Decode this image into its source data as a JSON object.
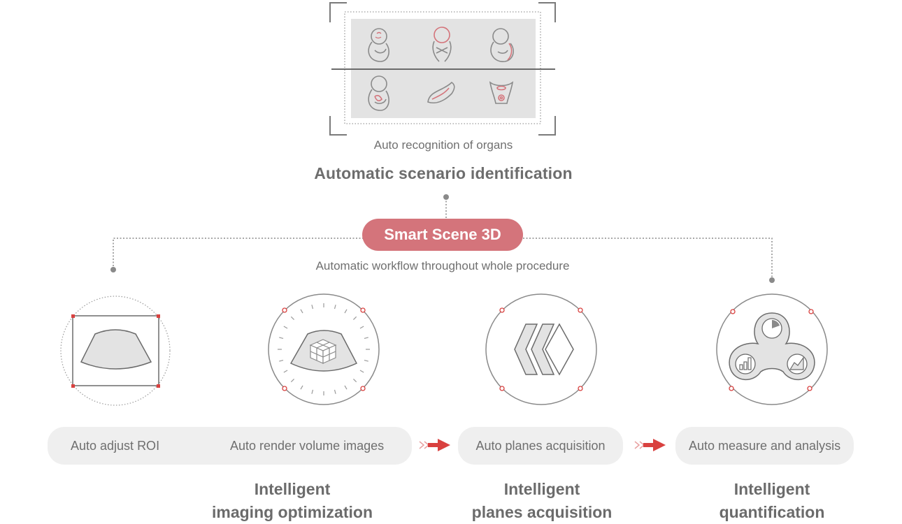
{
  "top": {
    "organs_caption": "Auto recognition of organs",
    "scenario_title": "Automatic scenario identification"
  },
  "center": {
    "smart_scene_label": "Smart Scene 3D",
    "workflow_caption": "Automatic workflow throughout whole procedure"
  },
  "workflow": {
    "steps": [
      {
        "label": "Auto adjust ROI"
      },
      {
        "label": "Auto render volume images"
      },
      {
        "label": "Auto planes acquisition"
      },
      {
        "label": "Auto measure and analysis"
      }
    ]
  },
  "groups": [
    {
      "line1": "Intelligent",
      "line2": "imaging optimization"
    },
    {
      "line1": "Intelligent",
      "line2": "planes acquisition"
    },
    {
      "line1": "Intelligent",
      "line2": "quantification"
    }
  ],
  "colors": {
    "accent_red": "#d4747b",
    "arrow_red": "#d9413f",
    "line_gray": "#8a8a8a",
    "panel_gray": "#e3e3e3",
    "pill_gray": "#efefef"
  },
  "icons": {
    "organ_icons": [
      "fetus-head-icon",
      "fetus-face-icon",
      "fetus-spine-icon",
      "fetus-heart-icon",
      "uterus-icon",
      "pelvic-floor-icon"
    ],
    "step_icons": [
      "roi-frame-icon",
      "volume-render-icon",
      "planes-icon",
      "quantification-icon"
    ]
  }
}
